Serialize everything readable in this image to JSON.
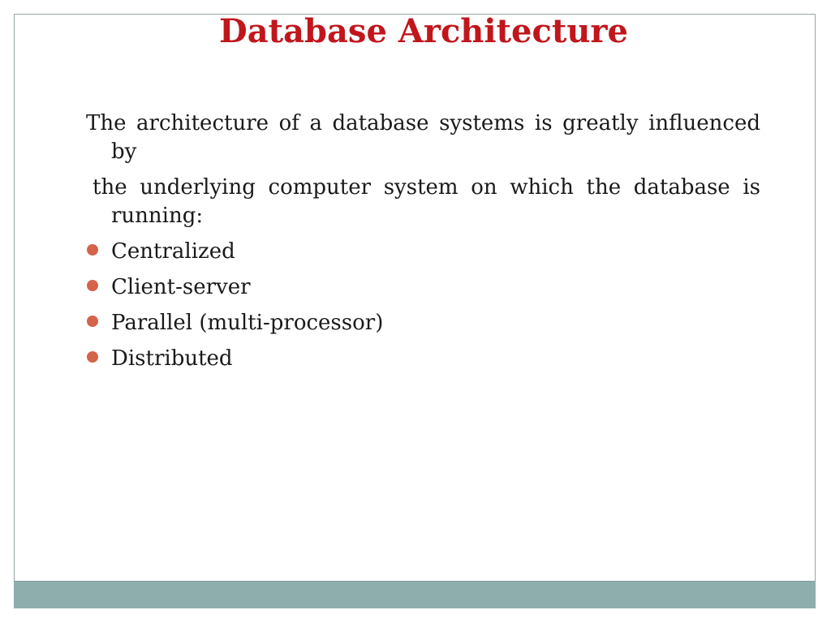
{
  "slide": {
    "title": "Database Architecture",
    "paragraphs": [
      "The architecture of a database systems is greatly influenced by",
      "the underlying computer system on which the database is running:"
    ],
    "bullets": [
      "Centralized",
      "Client-server",
      "Parallel (multi-processor)",
      "Distributed"
    ]
  },
  "colors": {
    "title": "#c0161c",
    "bullet": "#d4634a",
    "footer_bar": "#8eaead",
    "frame_border": "#9aa7a7"
  }
}
